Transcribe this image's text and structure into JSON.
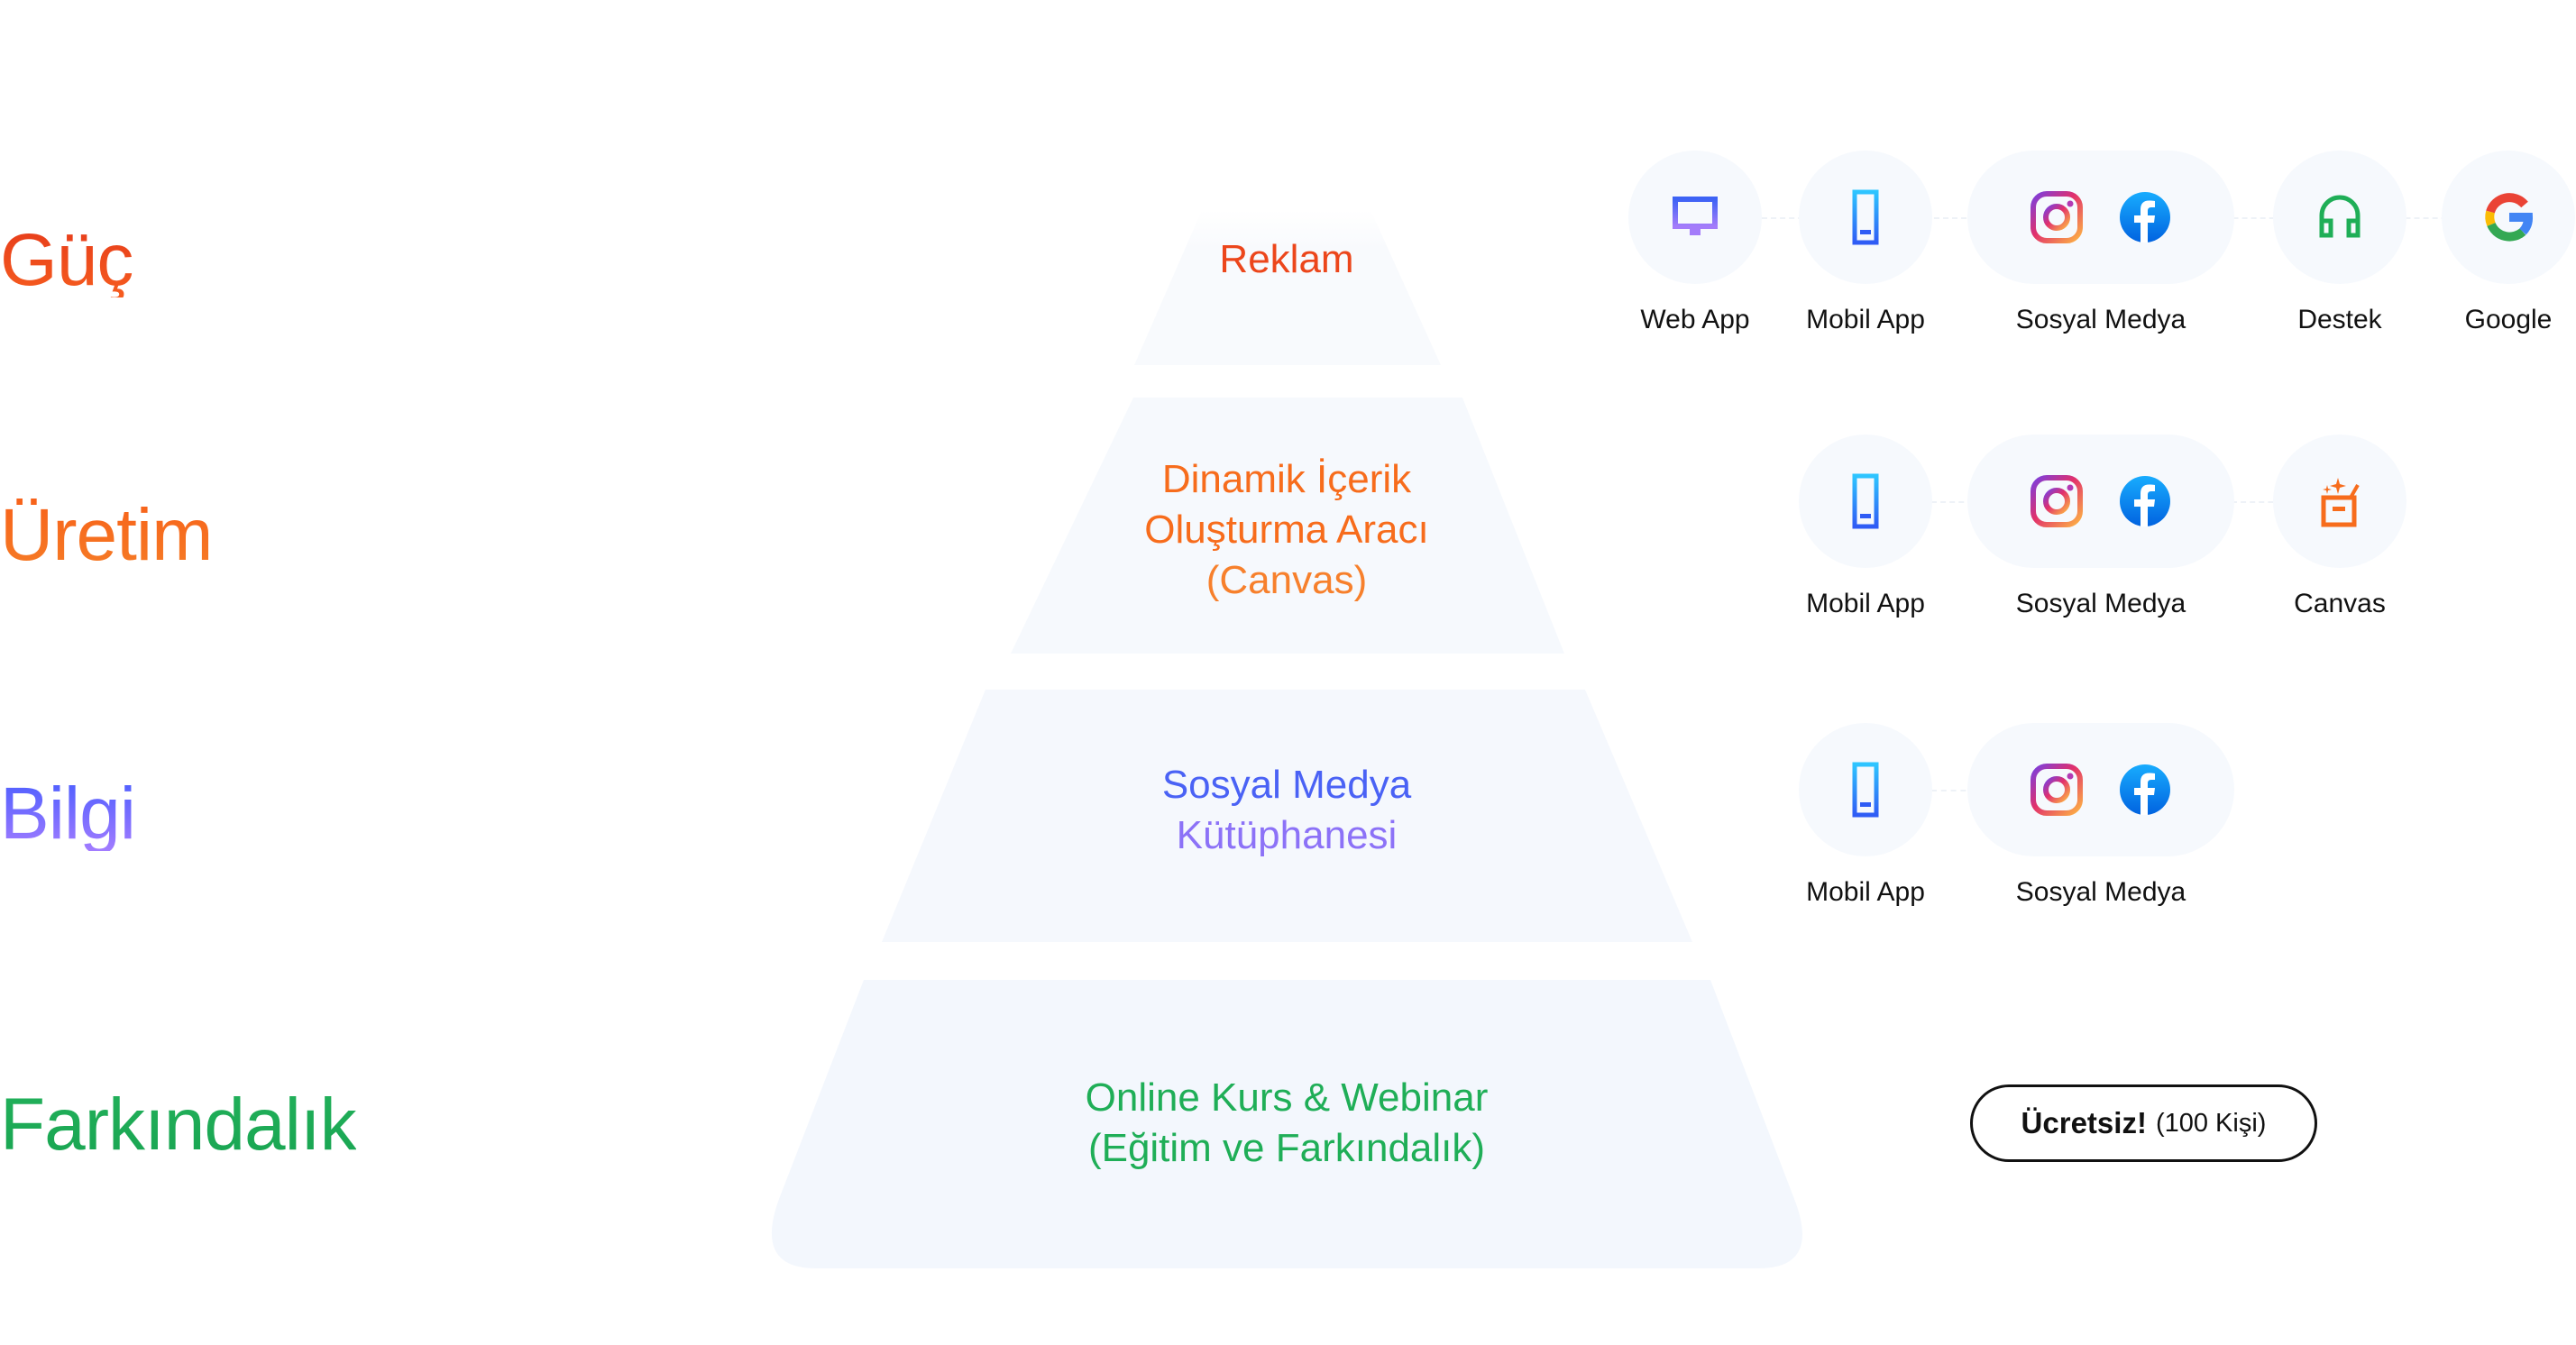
{
  "levels": [
    {
      "label": "Güç",
      "color_from": "#E63B1A",
      "color_to": "#F65D1F"
    },
    {
      "label": "Üretim",
      "color_from": "#F7621A",
      "color_to": "#F67C26"
    },
    {
      "label": "Bilgi",
      "color_from": "#4B5EFF",
      "color_to": "#A27CFF"
    },
    {
      "label": "Farkındalık",
      "color_from": "#22B05A",
      "color_to": "#19A552"
    }
  ],
  "pyramid": {
    "fill": "#F4F8FD",
    "tiers": [
      {
        "lines": [
          "Reklam"
        ]
      },
      {
        "lines": [
          "Dinamik İçerik",
          "Oluşturma Aracı",
          "(Canvas)"
        ]
      },
      {
        "lines": [
          "Sosyal Medya",
          "Kütüphanesi"
        ]
      },
      {
        "lines": [
          "Online Kurs & Webinar",
          "(Eğitim ve Farkındalık)"
        ]
      }
    ]
  },
  "channels": {
    "row_guc": [
      {
        "label": "Web App",
        "icon": "monitor-icon"
      },
      {
        "label": "Mobil App",
        "icon": "mobile-phone-icon"
      },
      {
        "label": "Sosyal Medya",
        "icon": "instagram-facebook-icons"
      },
      {
        "label": "Destek",
        "icon": "headphones-icon"
      },
      {
        "label": "Google",
        "icon": "google-icon"
      }
    ],
    "row_uretim": [
      {
        "label": "Mobil App",
        "icon": "mobile-phone-icon"
      },
      {
        "label": "Sosyal Medya",
        "icon": "instagram-facebook-icons"
      },
      {
        "label": "Canvas",
        "icon": "canvas-icon"
      }
    ],
    "row_bilgi": [
      {
        "label": "Mobil App",
        "icon": "mobile-phone-icon"
      },
      {
        "label": "Sosyal Medya",
        "icon": "instagram-facebook-icons"
      }
    ]
  },
  "badge": {
    "strong": "Ücretsiz!",
    "detail": "(100 Kişi)"
  }
}
